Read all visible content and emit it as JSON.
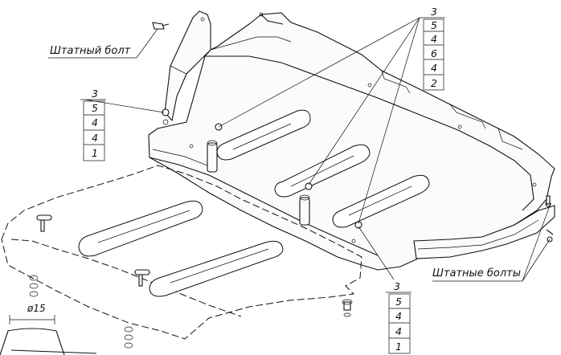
{
  "labels": {
    "stock_bolt": "Штатный болт",
    "stock_bolts": "Штатные болты",
    "diameter": "ø15"
  },
  "callouts": {
    "top_right": [
      "3",
      "5",
      "4",
      "6",
      "4",
      "2"
    ],
    "left": [
      "3",
      "5",
      "4",
      "4",
      "1"
    ],
    "bottom_right": [
      "3",
      "5",
      "4",
      "4",
      "1"
    ]
  }
}
